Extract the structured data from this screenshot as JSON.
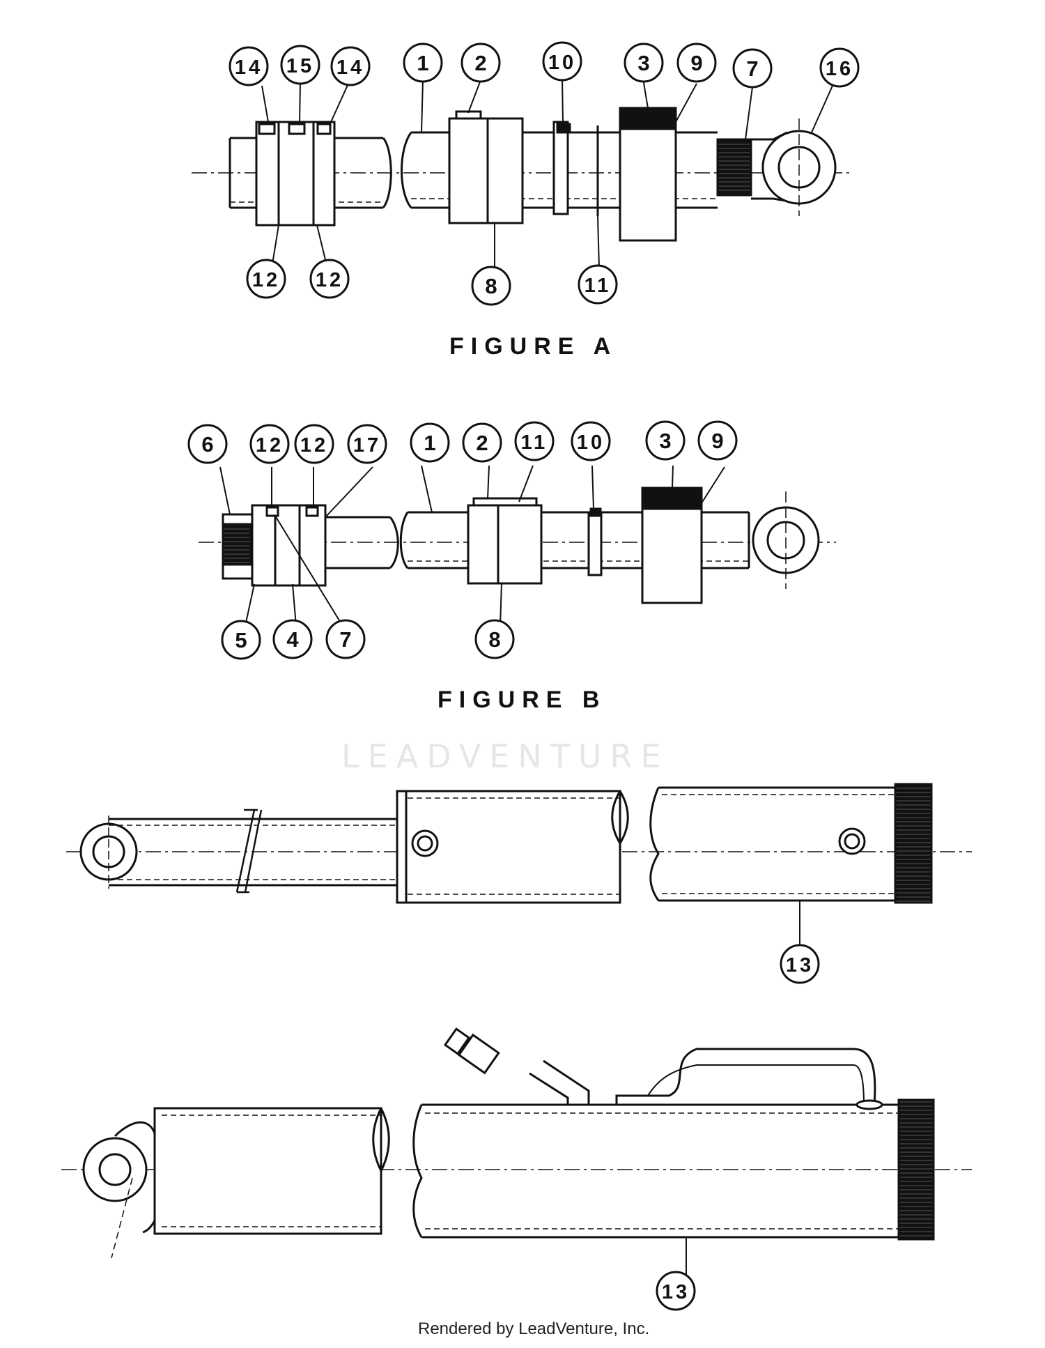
{
  "figure_a": {
    "title": "FIGURE A",
    "callouts": [
      "14",
      "15",
      "14",
      "1",
      "2",
      "10",
      "3",
      "9",
      "7",
      "16",
      "12",
      "12",
      "8",
      "11"
    ]
  },
  "figure_b": {
    "title": "FIGURE B",
    "callouts": [
      "6",
      "12",
      "12",
      "17",
      "1",
      "2",
      "11",
      "10",
      "3",
      "9",
      "5",
      "4",
      "7",
      "8"
    ]
  },
  "drawing_c": {
    "callouts": [
      "13"
    ]
  },
  "drawing_d": {
    "callouts": [
      "13"
    ]
  },
  "watermark": "LEADVENTURE",
  "footer": "Rendered by LeadVenture, Inc.",
  "colors": {
    "ink": "#111111",
    "watermark": "#e6e6e6",
    "background": "#ffffff"
  }
}
